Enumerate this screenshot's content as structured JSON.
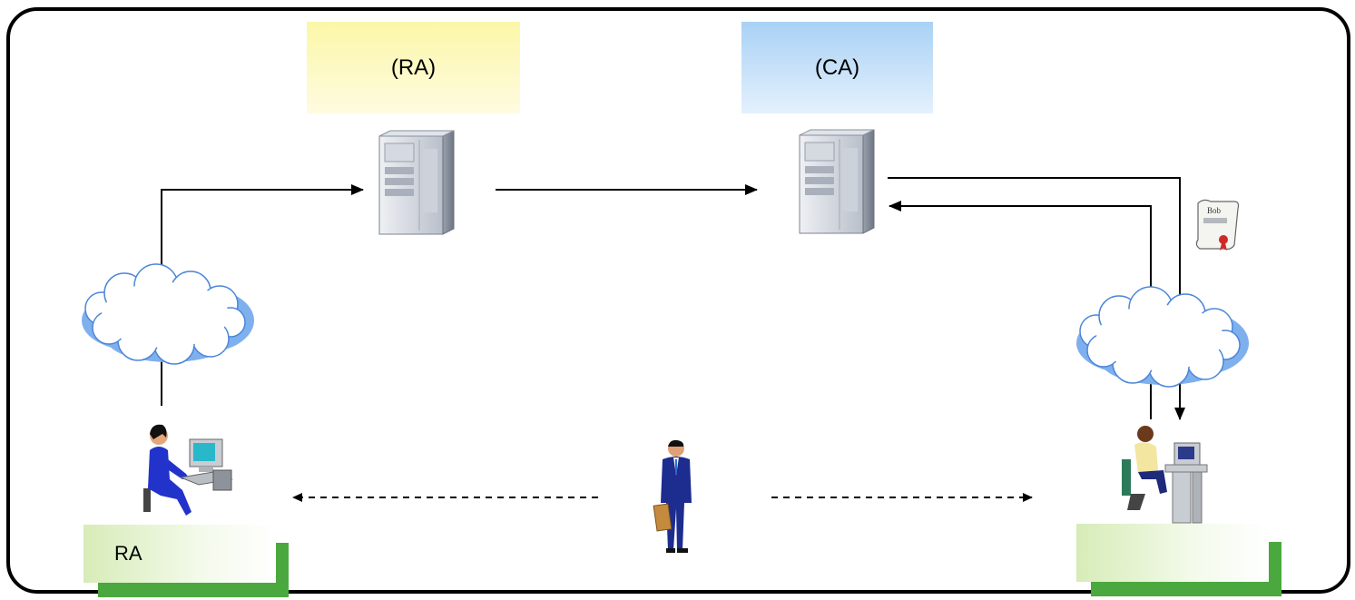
{
  "boxes": {
    "ra_server": {
      "label": "(RA)"
    },
    "ca_server": {
      "label": "(CA)"
    },
    "ra_station": {
      "label": "RA"
    },
    "user_station": {
      "label": ""
    }
  },
  "certificate": {
    "name": "Bob"
  },
  "colors": {
    "frame": "#000000",
    "ra_box_top": "#fbf7a8",
    "ca_box_top": "#a9d1f5",
    "green_shadow": "#4aa83e",
    "cloud_fill": "#ffffff",
    "cloud_shadow": "#7fb0ee",
    "server_body": "#c8cdd6"
  },
  "icons": [
    "server-icon",
    "cloud-icon",
    "operator-at-computer-icon",
    "businessman-icon",
    "certificate-icon"
  ]
}
